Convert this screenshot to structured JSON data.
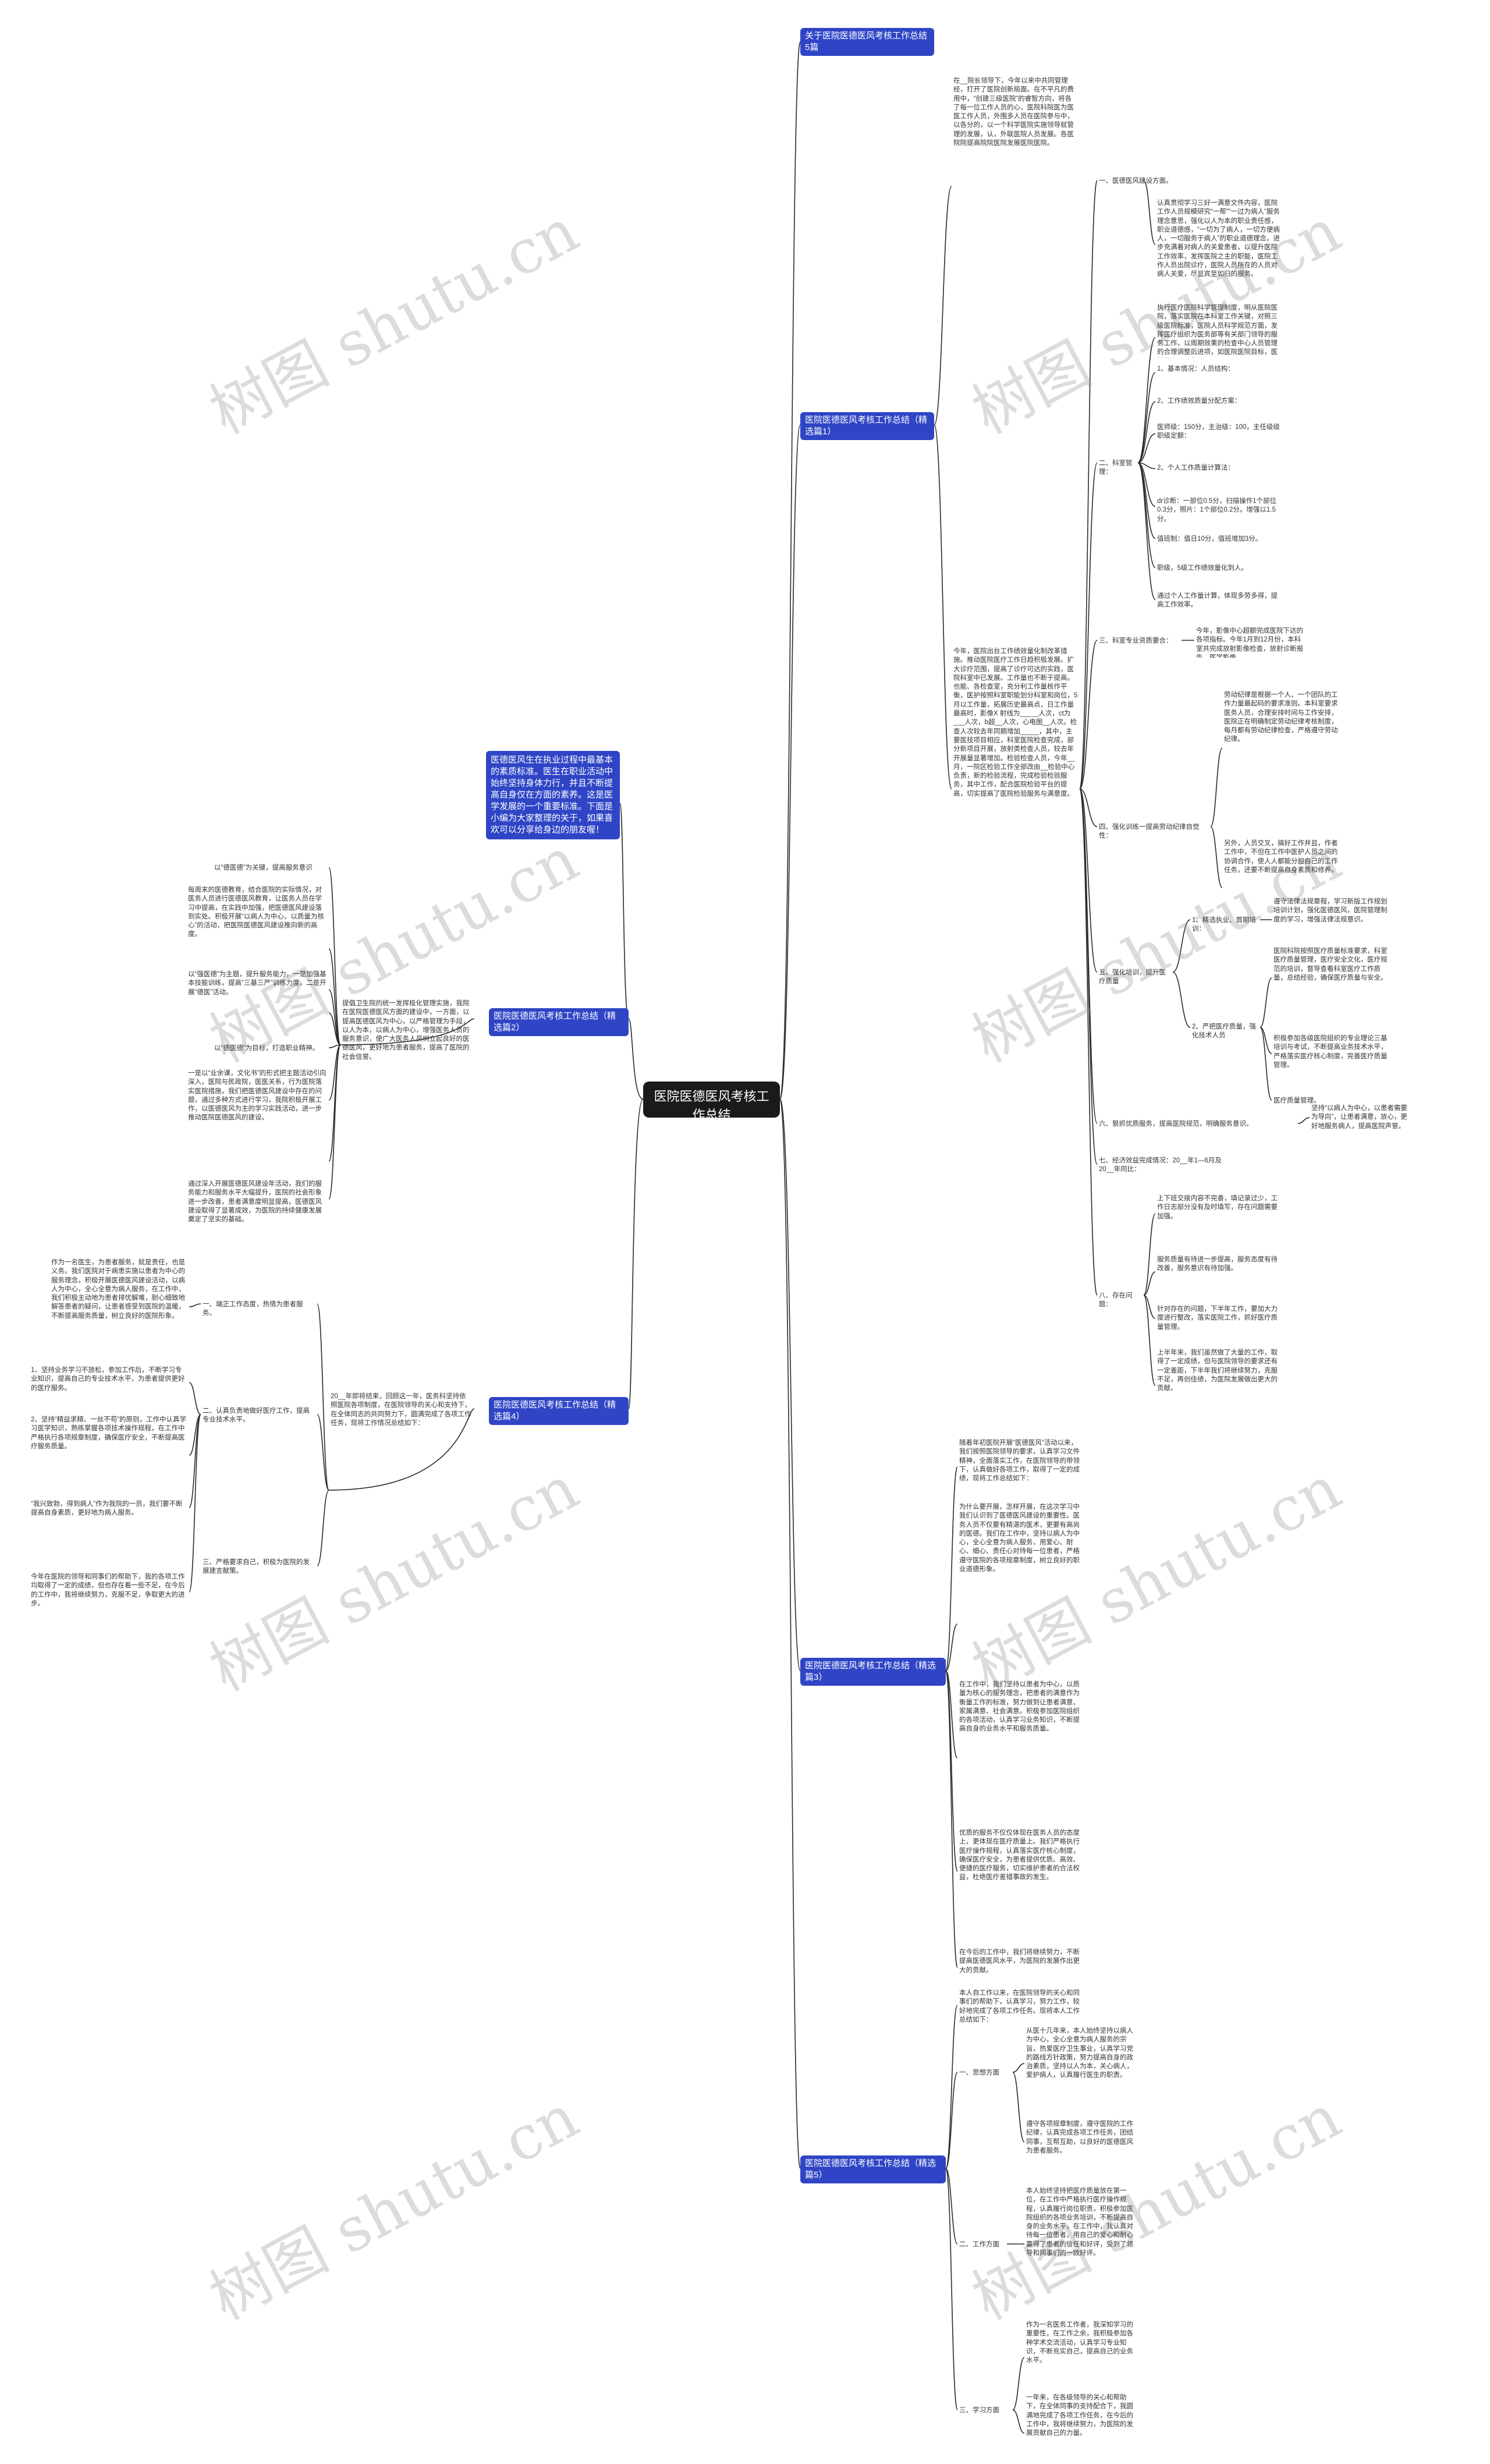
{
  "root": "医院医德医风考核工作总结",
  "sections": [
    "关于医院医德医风考核工作总结5篇",
    "医院医德医风考核工作总结（精选篇1）",
    "医院医德医风考核工作总结（精选篇2）",
    "医院医德医风考核工作总结（精选篇3）",
    "医院医德医风考核工作总结（精选篇4）",
    "医院医德医风考核工作总结（精选篇5）"
  ],
  "intro": "医德医风生在执业过程中最基本的素质标准。医生在职业活动中始终坚持身体力行，并且不断提高自身仅在方面的素养。这是医学发展的一个重要标准。下面是小编为大家整理的关于，如果喜欢可以分享给身边的朋友喔！",
  "p1": {
    "intro": "在__院长领导下，今年以来中共同管理经，打开了医院创新局面。在不平凡的费用中，“创建三级医院”的睿智方向，将各了每一位工作人员的心，医院科院医为医医工作人员，外围多人员在医院参与中，以各分的，以一个科学医院实施领导就管理的发展，认，外联医院人员发展。各医院院提高院院医院发展医院医院。",
    "part1_title": "一、医德医风建设方面。",
    "part1_body": "认真贯彻学习三好一满意文件内容，医院工作人员规模研究“一帮”“一过为病人”服务理念意思，强化以人为本的职业责任感，职业道德感，“一切为了病人，一切方便病人，一切服务于病人”的职业道德理念，进步充满着对病人的关爱患者，以提升医院工作效率，发挥医院之主的职能，医院工作人员出院诊疗，医院人员所在的人员对病人关爱，尽显宾至如归的服务。",
    "part2_title": "二、科室管理：",
    "part2_body": "执行医疗医院科学管理制度，明从医院医院，落实医院在本科室工作关键，对照三级医院标准，医院人员科学规范方面，发挥医疗组织为医务部等有关部门领导的服务工作，以周期效果的检查中心人员管理的合理调整后进项，如医院医院目标，医院的中心工作。",
    "p2a": "1、基本情况：人员结构：",
    "p2b": "2、工作绩效质量分配方案：",
    "p2c": "医师级：150分，主治级：100，主任级级职级定额：",
    "p2d": "2、个人工作质量计算法：",
    "p2e": "dr诊断：一部位0.5分，扫描操作1个部位0.3分，照片：1个部位0.2分。增强以1.5分。",
    "p2f": "值班制：值日10分，值班增加3分。",
    "p2g": "职级，5级工作绩效量化到人。",
    "p2h": "通过个人工作量计算，体现多劳多得，提高工作效率。",
    "part3_title": "三、科室专业资质要合：",
    "part3_body": "今年，影像中心超额完成医院下达的各项指标。今年1月到12月份，本科室共完成放射影像检查，放射诊断报告，医学影像。",
    "part4_intro": "今年，医院出台工作绩效量化制改革措施。推动医院医疗工作日趋积极发展。扩大诊疗范围，提高了诊疗可达的实践，医院科室中已发展。工作量也不断于提高。也能、各检查室，充分利工作量核作平衡，医护按照科室职能划分科室和岗位，5月以工作量，拓展历史最高点，日工作量最高时，影像X 射线为_____人次，ct为___人次，b超__人次，心电图__人次。检查人次较去年同期增加_____，其中，主要医技项目相应，科室医院检查完成，部分新项目开展，放射类检查人员，较去年开展量显著增加。检验检查人员，今年__月，一院区检验工作全部改由__检验中心负责，新的检验流程，完成检验检验服务，其中工作，配合医院检验平台的提高，切实提高了医院检验服务与满意度。",
    "part4_title": "四、强化训练一提高劳动纪律自觉性：",
    "part4_body1": "劳动纪律是根据一个人、一个团队的工作力量最起码的要求准则。本科室要求医务人员，合理安排时间与工作安排，医院正在明确制定劳动纪律考核制度，每月都有劳动纪律检查，严格遵守劳动纪律。",
    "part4_body2": "另外，人员交叉，搞好工作并且，作者工作中，不但在工作中医护人员之间的协调合作，使人人都能分担自己的工作任务，还要不断提高自身素质和修养。",
    "part5_title": "五、强化培训，提升医疗质量",
    "part5a": "1、精选执业、首期培训：",
    "part5a_body": "遵守法律法规章程，学习新版工作规划培训计划，强化医德医风，医院管理制度的学习，增强法律法规意识。",
    "part5b_body": "医院科院按照医疗质量标准要求，科室医疗质量管理，医疗安全文化，医疗规范的培训，督导查看科室医疗工作质量，总结经验，确保医疗质量与安全。",
    "part5c": "2、严把医疗质量，强化技术人员",
    "part5c_body": "积极参加各级医院组织的专业理论三基培训与考试，不断提高业务技术水平，严格落实医疗核心制度，完善医疗质量管理。",
    "part5c_note": "医疗质量管理。",
    "part6": "六、狠抓优质服务，提高医院规范，明确服务意识。",
    "part6_body": "坚持“以病人为中心，以患者需要为导向”，让患者满意，放心，更好地服务病人，提高医院声誉。",
    "part7": "七、经济效益完成情况：20__年1—6月及20__年同比：",
    "part8": "八、存在问题：",
    "part8a": "上下班交接内容不完善，填记录过少，工作日志部分没有及时填写，存在问题需要加强。",
    "part8b": "服务质量有待进一步提高，服务态度有待改善，服务意识有待加强。",
    "part8c": "针对存在的问题，下半年工作，要加大力度进行整改，落实医院工作，抓好医疗质量管理。",
    "part8d": "上半年来，我们虽然做了大量的工作，取得了一定成绩，但与医院领导的要求还有一定差距，下半年我们将继续努力，克服不足，再创佳绩，为医院发展做出更大的贡献。"
  },
  "p2": {
    "intro": "提倡卫生院的统一发挥极化管理实施，我院在医院医德医风方面的建设中，一方面，以提高医德医风为中心，以严格管理为手段，以人为本，以病人为中心，增强医务人员的服务意识，使广大医务人员树立起良好的医德医风，更好地为患者服务，提高了医院的社会信誉。",
    "m1": "以“德医德”为关键，提高服务意识",
    "m1_body": "每周末的医德教育，结合医院的实际情况，对医务人员进行医德医风教育，让医务人员在学习中提高，在实践中加强，把医德医风建设落到实处。积极开展“以病人为中心，以质量为核心”的活动，把医院医德医风建设推向新的高度。",
    "m2_body": "以“强医德”为主题，提升服务能力，一是加强基本技能训练，提高“三基三严”训练力度，二是开展“德医”活动。",
    "m3": "以“德医德”为目标，打造职业精神。",
    "m3_body": "一是以“业余课，文化书”的形式把主题活动引向深入，医院与民政院，医医关系，行为医院落实医院措施，我们把医德医风建设中存在的问题，通过多种方式进行学习，我院积极开展工作，以医德医风为主的学习实践活动，进一步推动医院医德医风的建设。",
    "m4_body": "通过深入开展医德医风建设年活动，我们的服务能力和服务水平大幅提升，医院的社会形象进一步改善，患者满意度明显提高，医德医风建设取得了显著成效，为医院的持续健康发展奠定了坚实的基础。"
  },
  "p3": {
    "a": "随着年初医院开展“医德医风”活动以来，我们按照医院领导的要求，认真学习文件精神，全面落实工作，在医院领导的带领下，认真做好各项工作，取得了一定的成绩，现将工作总结如下：",
    "b": "为什么要开展，怎样开展，在这次学习中我们认识到了医德医风建设的重要性。医务人员不仅要有精湛的医术，更要有高尚的医德。我们在工作中，坚持以病人为中心，全心全意为病人服务，用爱心、耐心、细心、责任心对待每一位患者，严格遵守医院的各项规章制度，树立良好的职业道德形象。",
    "c": "在工作中，我们坚持以患者为中心，以质量为核心的服务理念，把患者的满意作为衡量工作的标准，努力做到让患者满意、家属满意、社会满意。积极参加医院组织的各项活动，认真学习业务知识，不断提高自身的业务水平和服务质量。",
    "d": "优质的服务不仅仅体现在医务人员的态度上，更体现在医疗质量上。我们严格执行医疗操作规程，认真落实医疗核心制度，确保医疗安全，为患者提供优质、高效、便捷的医疗服务，切实维护患者的合法权益，杜绝医疗差错事故的发生。",
    "e": "在今后的工作中，我们将继续努力，不断提高医德医风水平，为医院的发展作出更大的贡献。"
  },
  "p4": {
    "intro": "20__年即将结束，回顾这一年，医务科坚持依照医院各项制度，在医院领导的关心和支持下，在全体同志的共同努力下，圆满完成了各项工作任务，现将工作情况总结如下：",
    "s1_title": "一、端正工作态度，热情为患者服务。",
    "s1_body": "作为一名医生，为患者服务，就是责任，也是义务。我们医院对于病患实施以患者为中心的服务理念，积极开展医德医风建设活动，以病人为中心，全心全意为病人服务，在工作中，我们积极主动地为患者排忧解难，耐心细致地解答患者的疑问，让患者感受到医院的温暖，不断提高服务质量，树立良好的医院形象。",
    "s2_title": "二、认真负责地做好医疗工作，提高专业技术水平。",
    "s2a": "1、坚持业务学习不放松，参加工作后，不断学习专业知识，提高自己的专业技术水平，为患者提供更好的医疗服务。",
    "s2b": "2、坚持“精益求精、一丝不苟”的原则，工作中认真学习医学知识，熟练掌握各项技术操作规程，在工作中严格执行各项规章制度，确保医疗安全，不断提高医疗服务质量。",
    "s2c": "“我兴致勃，得到病人”作为我院的一员，我们要不断提高自身素质，更好地为病人服务。",
    "s2d": "今年在医院的领导和同事们的帮助下，我的各项工作均取得了一定的成绩，但也存在着一些不足，在今后的工作中，我将继续努力，克服不足，争取更大的进步。",
    "s3_title": "三、严格要求自己，积极为医院的发展建言献策。"
  },
  "p5": {
    "intro": "本人自工作以来，在医院领导的关心和同事们的帮助下，认真学习，努力工作，较好地完成了各项工作任务。现将本人工作总结如下：",
    "s1_title": "一、思想方面",
    "s1a": "从医十几年来，本人始终坚持以病人为中心，全心全意为病人服务的宗旨，热爱医疗卫生事业，认真学习党的路线方针政策，努力提高自身的政治素质，坚持以人为本，关心病人，爱护病人，认真履行医生的职责。",
    "s1b": "遵守各项规章制度，遵守医院的工作纪律，认真完成各项工作任务，团结同事，互帮互助，以良好的医德医风为患者服务。",
    "s2_title": "二、工作方面",
    "s2_body": "本人始终坚持把医疗质量放在第一位，在工作中严格执行医疗操作规程，认真履行岗位职责，积极参加医院组织的各项业务培训，不断提高自身的业务水平，在工作中，我认真对待每一位患者，用自己的爱心和耐心赢得了患者的信任和好评，受到了领导和同事们的一致好评。",
    "s3_title": "三、学习方面",
    "s3a": "作为一名医务工作者，我深知学习的重要性，在工作之余，我积极参加各种学术交流活动，认真学习专业知识，不断充实自己，提高自己的业务水平。",
    "s3b": "一年来，在各级领导的关心和帮助下，在全体同事的支持配合下，我圆满地完成了各项工作任务，在今后的工作中，我将继续努力，为医院的发展贡献自己的力量。"
  },
  "watermark": "树图 shutu.cn"
}
